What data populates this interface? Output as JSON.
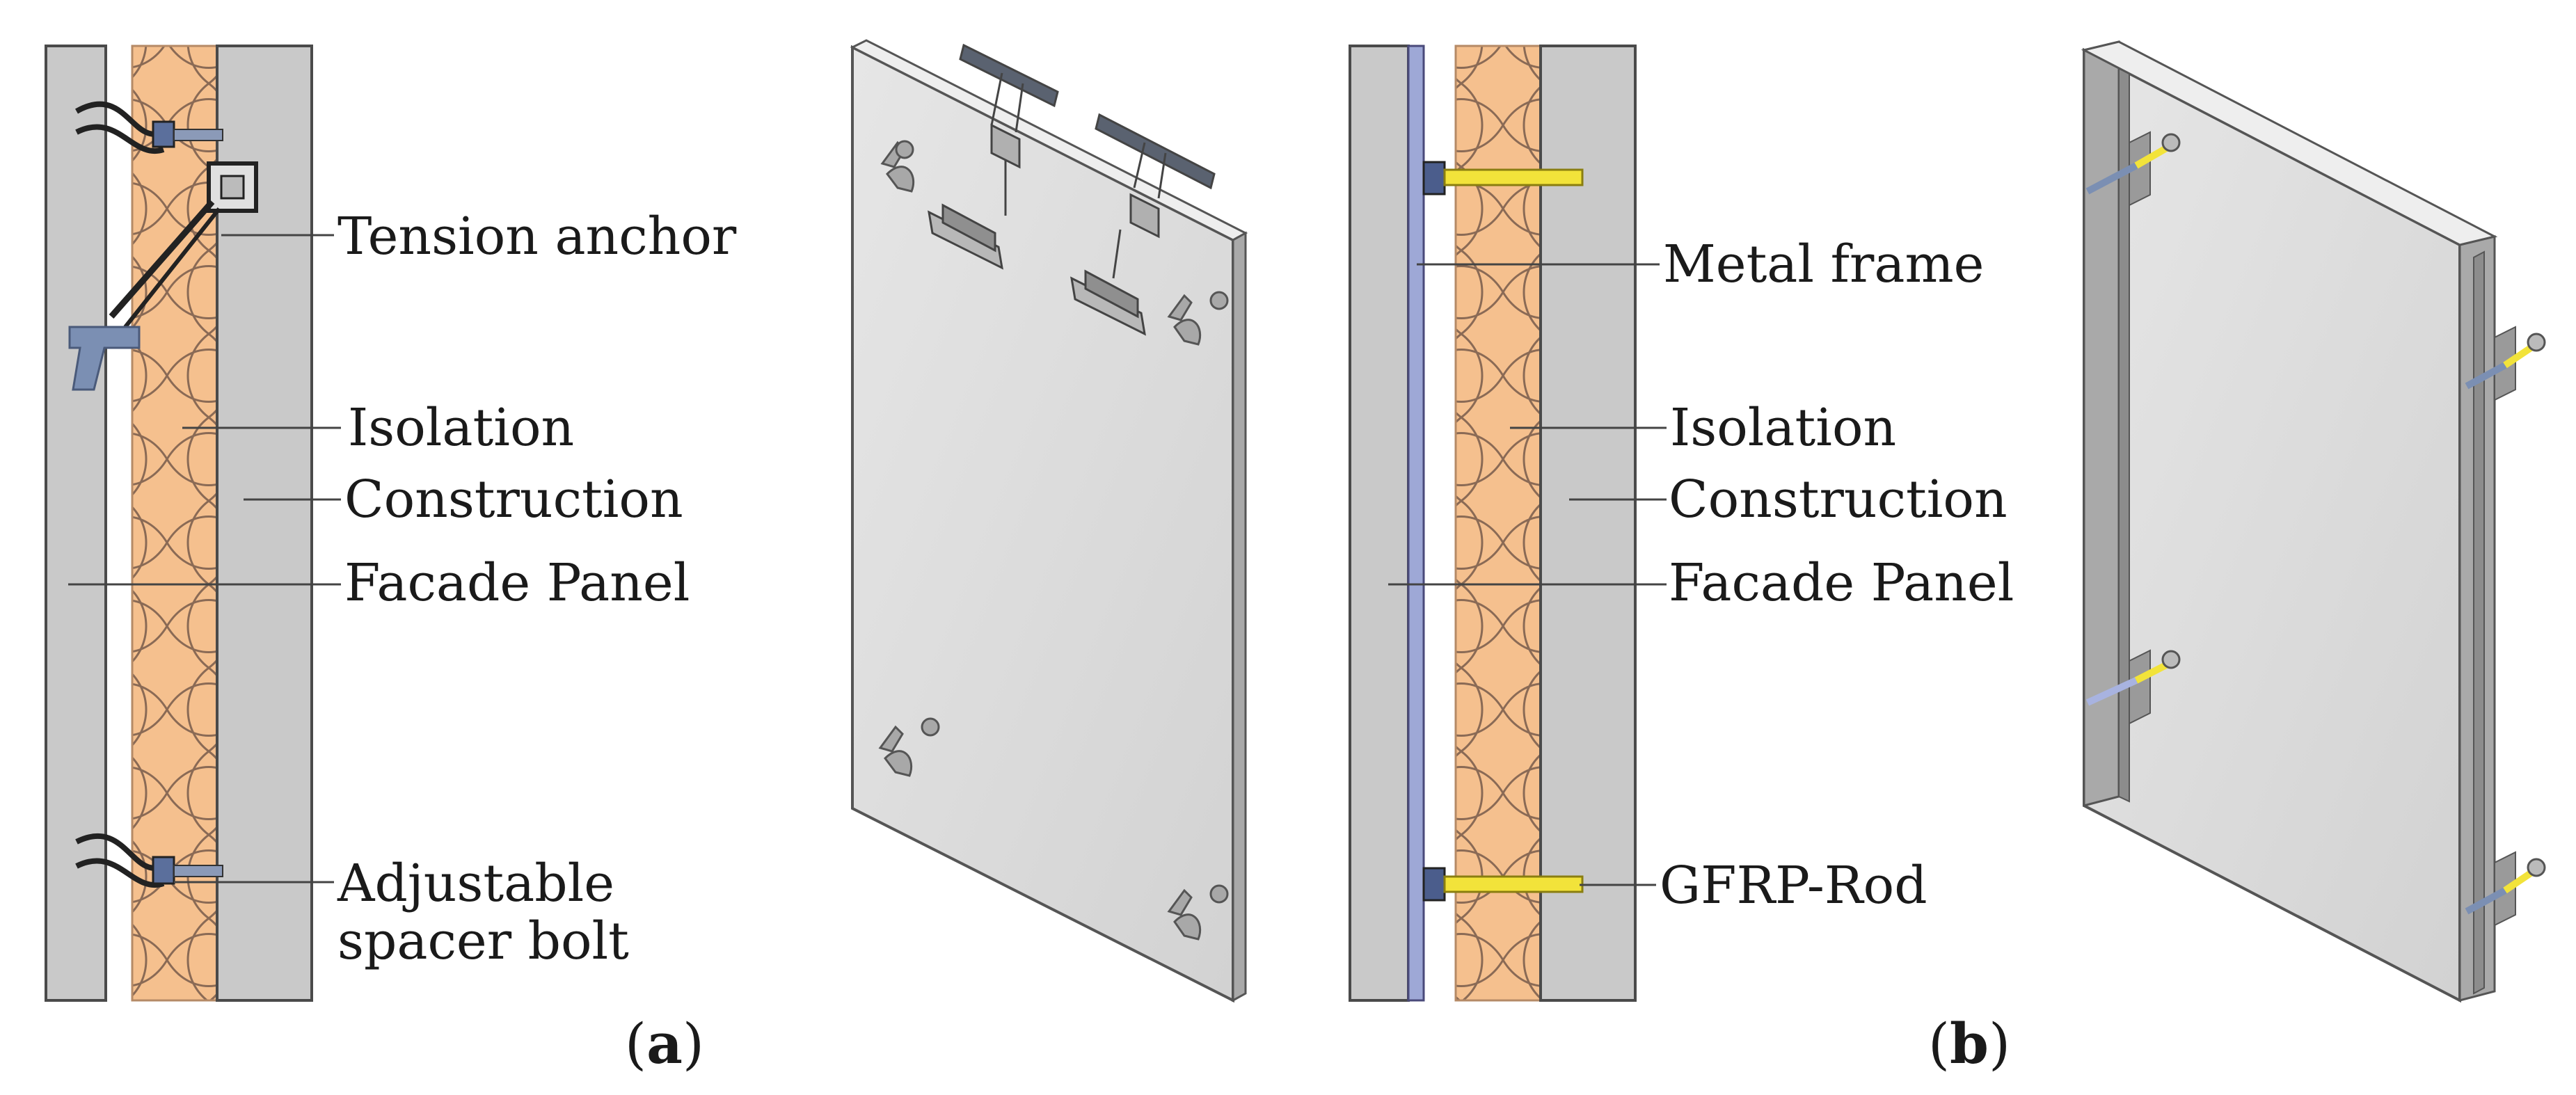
{
  "figure_a": {
    "caption_open": "(",
    "caption_letter": "a",
    "caption_close": ")",
    "labels": {
      "tension_anchor": "Tension anchor",
      "isolation": "Isolation",
      "construction": "Construction",
      "facade_panel": "Facade Panel",
      "spacer_line1": "Adjustable",
      "spacer_line2": "spacer bolt"
    }
  },
  "figure_b": {
    "caption_open": "(",
    "caption_letter": "b",
    "caption_close": ")",
    "labels": {
      "metal_frame": "Metal frame",
      "isolation": "Isolation",
      "construction": "Construction",
      "facade_panel": "Facade Panel",
      "gfrp_rod": "GFRP-Rod"
    }
  },
  "colors": {
    "panel_gray": "#c9c9c9",
    "panel_edge": "#4a4a4a",
    "insulation": "#f5c08e",
    "anchor_blue": "#7b8fb3",
    "gfrp_yellow": "#f2e33a",
    "metal_frame_blue": "#9ea8d6"
  }
}
